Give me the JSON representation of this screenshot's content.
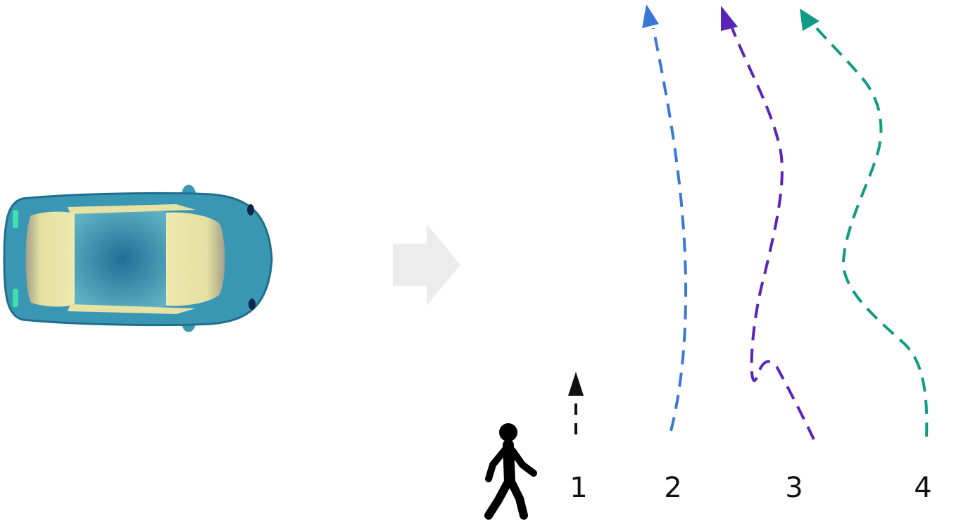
{
  "diagram": {
    "path_labels": [
      "1",
      "2",
      "3",
      "4"
    ],
    "colors": {
      "path_1": "#111111",
      "path_2": "#3a78d8",
      "path_3": "#5b23b8",
      "path_4": "#119a86",
      "motion_arrow": "#ececec",
      "pedestrian": "#000000",
      "car_body": "#3a97b4",
      "car_glass": "#e9e6a8"
    },
    "icons": {
      "car": "car-top-view-icon",
      "motion": "right-arrow-icon",
      "pedestrian": "walking-person-icon"
    }
  }
}
